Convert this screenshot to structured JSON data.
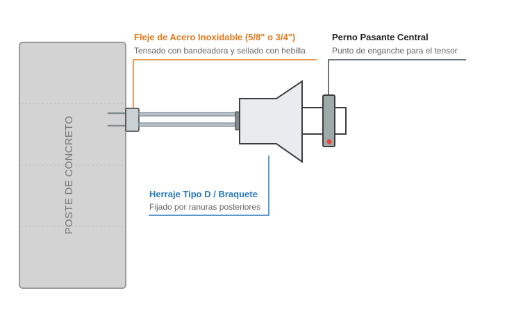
{
  "post": {
    "label": "POSTE DE CONCRETO",
    "fill": "#d3d3d3",
    "stroke": "#9a9a9a"
  },
  "callouts": {
    "strap": {
      "title": "Fleje de Acero Inoxidable (5/8\" o 3/4\")",
      "description": "Tensado con bandeadora y sellado con hebilla",
      "color": "#e07b1f"
    },
    "bolt": {
      "title": "Perno Pasante Central",
      "description": "Punto de enganche para el tensor",
      "color": "#3a4650"
    },
    "bracket": {
      "title": "Herraje Tipo D / Braquete",
      "description": "Fijado por ranuras posteriores",
      "color": "#2877b8"
    }
  },
  "colors": {
    "outline": "#3d3d3d",
    "rod": "#b7c3c8",
    "bracket_fill": "#e8ecee",
    "bolt_fill": "#9eaaa8",
    "bolt_dot": "#e8443a"
  }
}
